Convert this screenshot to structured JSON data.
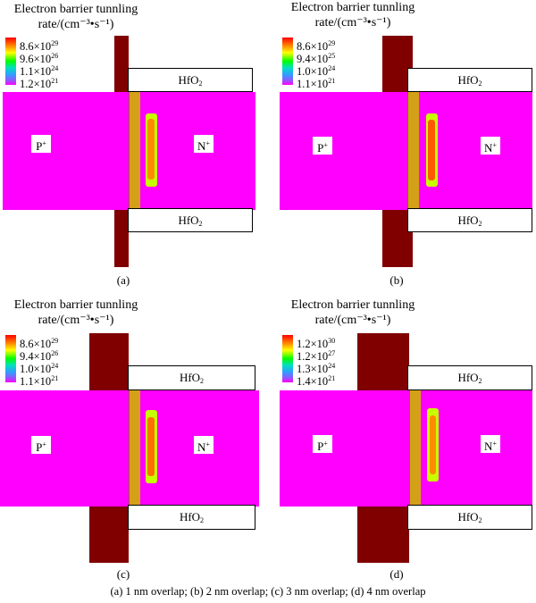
{
  "title_line1": "Electron barrier tunnling",
  "title_line2": "rate/(cm⁻³•s⁻¹)",
  "oxide": "HfO",
  "oxide_sub": "2",
  "p_label": "P",
  "n_label": "N",
  "sup_plus": "+",
  "colors": {
    "substrate": "#ff00ff",
    "gate": "#800000",
    "interface": "#d4a017"
  },
  "panels": [
    {
      "id": "a",
      "caption": "(a)",
      "legend": [
        [
          "8.6×10",
          "29"
        ],
        [
          "9.6×10",
          "26"
        ],
        [
          "1.1×10",
          "24"
        ],
        [
          "1.2×10",
          "21"
        ]
      ]
    },
    {
      "id": "b",
      "caption": "(b)",
      "legend": [
        [
          "8.6×10",
          "29"
        ],
        [
          "9.4×10",
          "25"
        ],
        [
          "1.0×10",
          "24"
        ],
        [
          "1.1×10",
          "21"
        ]
      ]
    },
    {
      "id": "c",
      "caption": "(c)",
      "legend": [
        [
          "8.6×10",
          "29"
        ],
        [
          "9.4×10",
          "26"
        ],
        [
          "1.0×10",
          "24"
        ],
        [
          "1.1×10",
          "21"
        ]
      ]
    },
    {
      "id": "d",
      "caption": "(d)",
      "legend": [
        [
          "1.2×10",
          "30"
        ],
        [
          "1.2×10",
          "27"
        ],
        [
          "1.3×10",
          "24"
        ],
        [
          "1.4×10",
          "21"
        ]
      ]
    }
  ],
  "figure_caption": "(a) 1 nm overlap; (b) 2 nm overlap; (c) 3 nm overlap; (d) 4 nm overlap"
}
